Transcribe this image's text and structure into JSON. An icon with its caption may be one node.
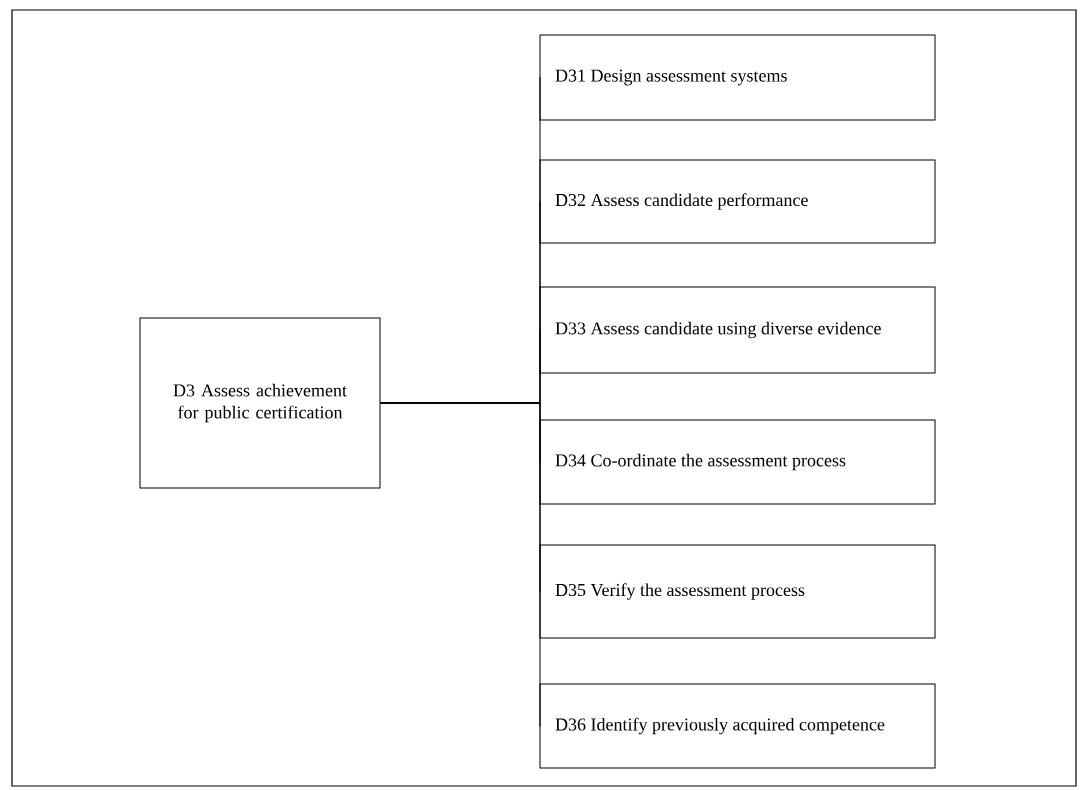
{
  "diagram": {
    "nodes": [
      {
        "text": [
          "D3 Assess achievement for public certification"
        ]
      },
      {
        "text": [
          "D31 Design assessment systems"
        ]
      },
      {
        "text": [
          "D32 Assess candidate performance"
        ]
      },
      {
        "text": [
          "D33 Assess candidate using diverse evidence"
        ]
      },
      {
        "text": [
          "D34 Co-ordinate the assessment process"
        ]
      },
      {
        "text": [
          "D35 Verify the assessment process"
        ]
      },
      {
        "text": [
          "D36 Identify previously acquired competence"
        ]
      }
    ],
    "edges": [
      {
        "from": 0,
        "to": 1,
        "arrow": "none"
      },
      {
        "from": 0,
        "to": 2,
        "arrow": "none"
      },
      {
        "from": 0,
        "to": 3,
        "arrow": "none"
      },
      {
        "from": 0,
        "to": 4,
        "arrow": "none"
      },
      {
        "from": 0,
        "to": 5,
        "arrow": "none"
      },
      {
        "from": 0,
        "to": 6,
        "arrow": "none"
      }
    ]
  }
}
